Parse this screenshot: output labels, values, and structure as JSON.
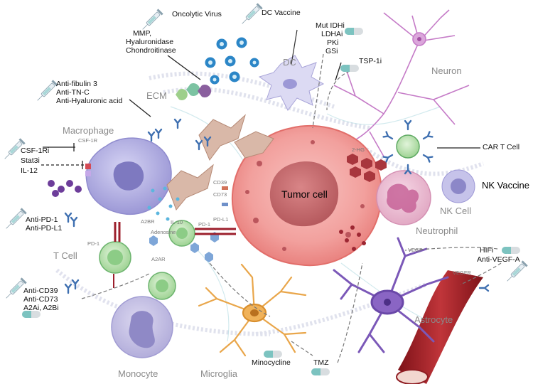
{
  "drugs": {
    "oncolytic_virus": "Oncolytic Virus",
    "dc_vaccine": "DC Vaccine",
    "mmp": "MMP,",
    "hyaluronidase": "Hyaluronidase",
    "chondroitinase": "Chondroitinase",
    "mut_idhi": "Mut IDHi",
    "ldhai": "LDHAi",
    "pki": "PKi",
    "gsi": "GSi",
    "tsp1i": "TSP-1i",
    "anti_fibulin": "Anti-fibulin 3",
    "anti_tnc": "Anti-TN-C",
    "anti_ha": "Anti-Hyaluronic acid",
    "csf1ri": "CSF-1Ri",
    "stat3i": "Stat3i",
    "il12": "IL-12",
    "anti_pd1": "Anti-PD-1",
    "anti_pdl1": "Anti-PD-L1",
    "anti_cd39": "Anti-CD39",
    "anti_cd73": "Anti-CD73",
    "a2ai": "A2Ai, A2Bi",
    "minocycline": "Minocycline",
    "tmz": "TMZ",
    "hifi": "HIFi",
    "anti_vegfa": "Anti-VEGF-A",
    "car_t": "CAR T Cell",
    "nk_vaccine": "NK Vaccine"
  },
  "cells": {
    "dc": "DC",
    "neuron": "Neuron",
    "ecm": "ECM",
    "macrophage": "Macrophage",
    "tumor": "Tumor cell",
    "nk": "NK Cell",
    "neutrophil": "Neutrophil",
    "t_cell": "T Cell",
    "monocyte": "Monocyte",
    "microglia": "Microglia",
    "astrocyte": "Astrocyte"
  },
  "molecules": {
    "csf1r": "CSF-1R",
    "cd39": "CD39",
    "cd73": "CD73",
    "a2br": "A2BR",
    "il10": "IL-10",
    "pd1_a": "PD-1",
    "pdl1": "PD-L1",
    "adenosine": "Adenosine",
    "pd1_b": "PD-1",
    "a2ar": "A2AR",
    "two_hg": "2-HG",
    "vegf": "VEGF",
    "vegfr": "VEGFR"
  },
  "colors": {
    "tumor": "#f3a7a4",
    "tumor_nucleus": "#c9686b",
    "macrophage": "#b7b4e6",
    "t_cell": "#bfe3b5",
    "neuron": "#c57bc7",
    "astrocyte": "#7b58b8",
    "microglia": "#f0b25a",
    "vessel": "#a8252b",
    "antibody": "#3e6fb0",
    "car_t": "#7ec98a"
  },
  "icons": [
    "syringe-icon",
    "pill-icon",
    "antibody-icon",
    "virus-icon"
  ]
}
